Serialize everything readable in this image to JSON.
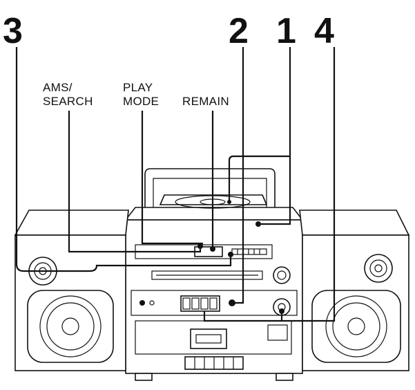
{
  "callouts": {
    "n1": "1",
    "n2": "2",
    "n3": "3",
    "n4": "4"
  },
  "labels": {
    "ams_line1": "AMS/",
    "ams_line2": "SEARCH",
    "play_line1": "PLAY",
    "play_line2": "MODE",
    "remain": "REMAIN"
  }
}
